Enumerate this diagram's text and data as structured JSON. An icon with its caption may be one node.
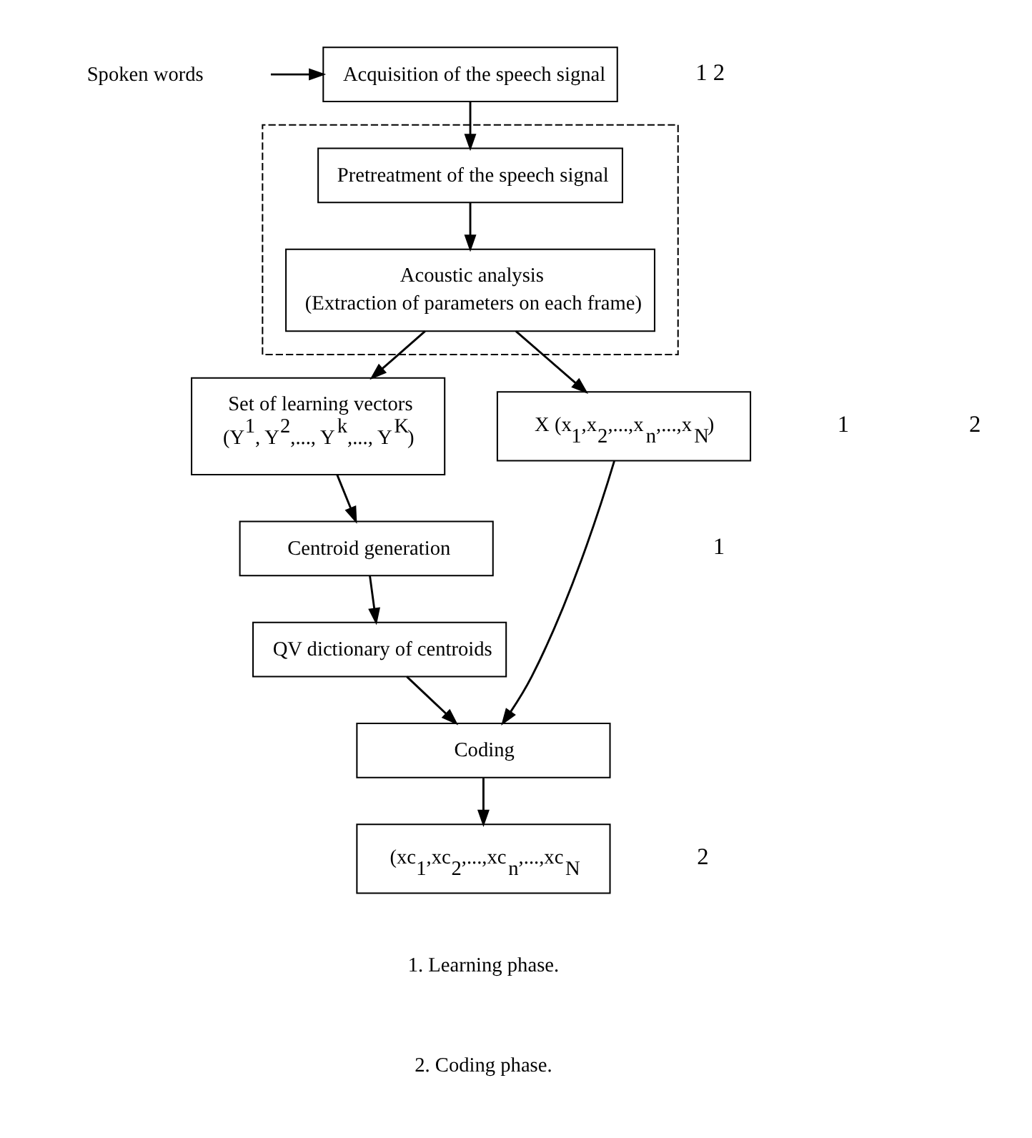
{
  "diagram": {
    "nodes": [
      {
        "text": [
          "Spoken words"
        ]
      },
      {
        "text": [
          "Acquisition of the speech signal"
        ]
      },
      {
        "text": [],
        "shape": "box"
      },
      {
        "text": [
          "Pretreatment of the speech signal"
        ],
        "in": 2
      },
      {
        "text": [
          "Acoustic analysis",
          "(Extraction of parameters on each frame)"
        ],
        "in": 2
      },
      {
        "text": [
          "Set of learning vectors",
          "(Y$^{1}$, Y$^{2}$,..., Y$^{k}$,..., Y$^{K}$)"
        ]
      },
      {
        "text": [
          "Centroid generation"
        ]
      },
      {
        "text": [
          "QV dictionary of centroids"
        ]
      },
      {
        "text": [
          "X (x$_{1}$,x$_{2}$,...,x$_{n}$,...,x$_{N}$)"
        ]
      },
      {
        "text": [
          "Coding"
        ]
      },
      {
        "text": [
          "(xc$_{1}$,xc$_{2}$,...,xc$_{n}$,...,xc$_{N}$"
        ]
      }
    ],
    "edges": [
      {
        "from": 0,
        "to": 1,
        "arrow": "to"
      },
      {
        "from": 1,
        "to": 3,
        "arrow": "to"
      },
      {
        "from": 3,
        "to": 4,
        "arrow": "to"
      },
      {
        "from": 4,
        "to": 5,
        "arrow": "to"
      },
      {
        "from": 5,
        "to": 6,
        "arrow": "to"
      },
      {
        "from": 6,
        "to": 7,
        "arrow": "to"
      },
      {
        "from": 4,
        "to": 8,
        "arrow": "to"
      },
      {
        "from": 8,
        "to": 9,
        "arrow": "to"
      },
      {
        "from": 7,
        "to": 9,
        "arrow": "to"
      },
      {
        "from": 9,
        "to": 10,
        "arrow": "to"
      }
    ],
    "labels": [
      "1 2",
      "1",
      "2",
      "1",
      "2",
      "1. Learning phase.",
      "2. Coding phase."
    ]
  }
}
